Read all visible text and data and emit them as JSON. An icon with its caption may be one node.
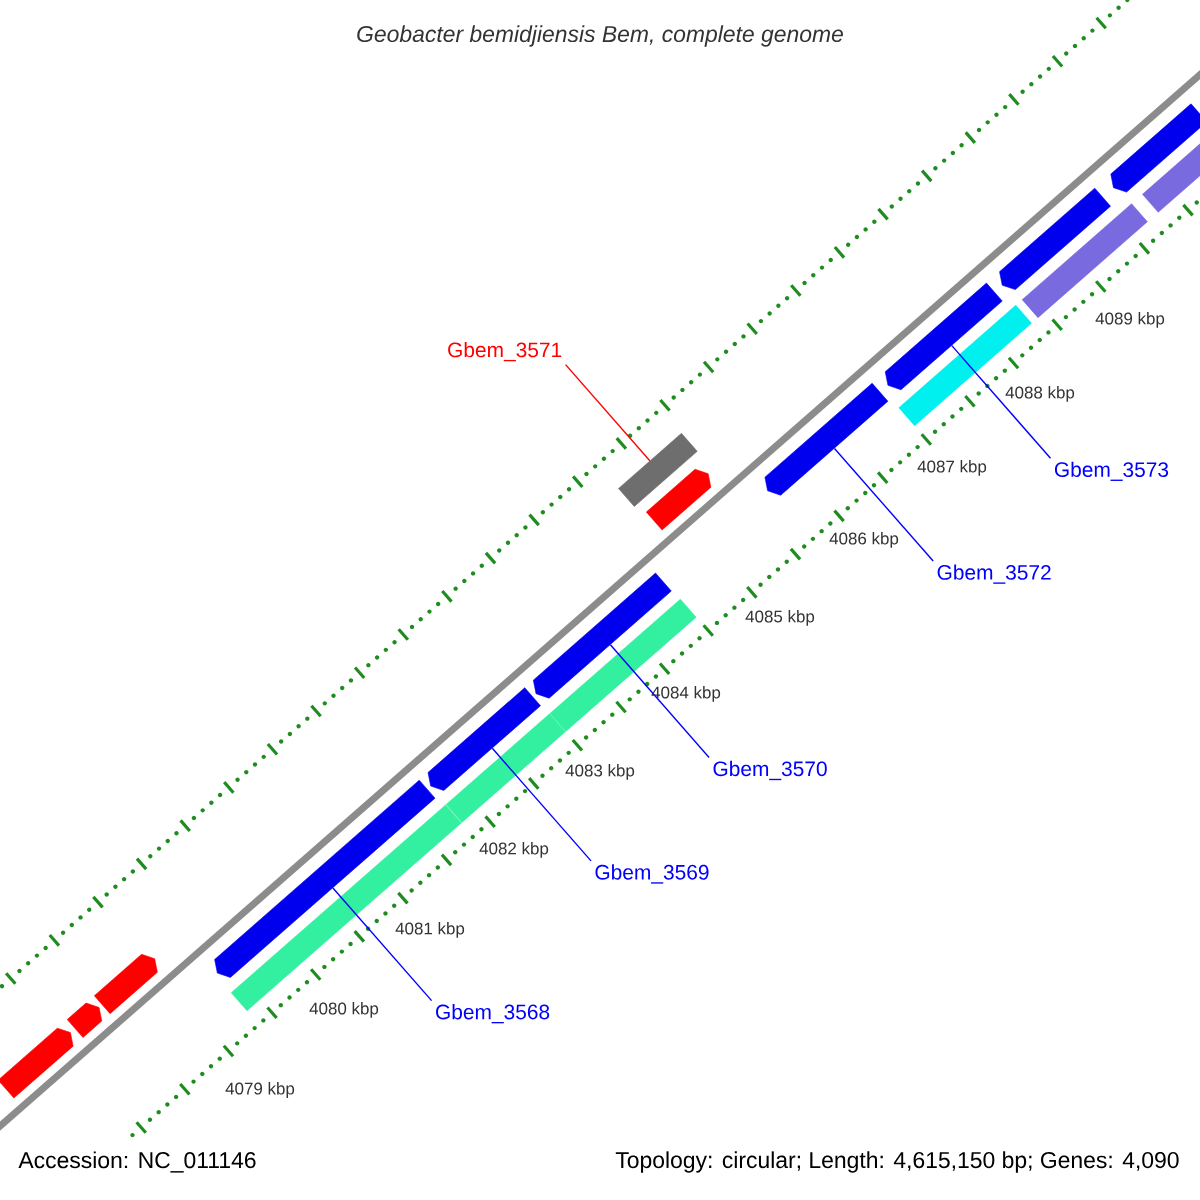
{
  "diagram": {
    "title": "*Geobacter bemidjiensis* Bem, complete genome",
    "nodes": [
      {
        "text": [
          "Gbem_3571"
        ]
      },
      {
        "text": [],
        "shape": "box"
      },
      {
        "text": [
          "Gbem_3573"
        ]
      },
      {
        "text": [],
        "shape": "arrow"
      },
      {
        "text": [
          "Gbem_3572"
        ]
      },
      {
        "text": [],
        "shape": "arrow"
      },
      {
        "text": [
          "Gbem_3570"
        ]
      },
      {
        "text": [],
        "shape": "arrow"
      },
      {
        "text": [
          "Gbem_3569"
        ]
      },
      {
        "text": [],
        "shape": "arrow"
      },
      {
        "text": [
          "Gbem_3568"
        ]
      },
      {
        "text": [],
        "shape": "arrow"
      },
      {
        "text": [],
        "shape": "arrow"
      },
      {
        "text": [],
        "shape": "arrow"
      },
      {
        "text": [],
        "shape": "arrow"
      },
      {
        "text": [],
        "shape": "box"
      },
      {
        "text": [],
        "shape": "box"
      },
      {
        "text": [],
        "shape": "box"
      },
      {
        "text": [],
        "shape": "box"
      },
      {
        "text": [],
        "shape": "box"
      },
      {
        "text": [],
        "shape": "box"
      },
      {
        "text": [],
        "shape": "arrow"
      },
      {
        "text": [],
        "shape": "arrow"
      },
      {
        "text": [],
        "shape": "arrow"
      }
    ],
    "edges": [
      {
        "from": 0,
        "to": 1,
        "arrow": "none",
        "color": "#ff0000"
      },
      {
        "from": 2,
        "to": 3,
        "arrow": "none"
      },
      {
        "from": 4,
        "to": 5,
        "arrow": "none"
      },
      {
        "from": 6,
        "to": 7,
        "arrow": "none"
      },
      {
        "from": 8,
        "to": 9,
        "arrow": "none"
      },
      {
        "from": 10,
        "to": 11,
        "arrow": "none"
      }
    ],
    "labels": [
      "4089 kbp",
      "4088 kbp",
      "4087 kbp",
      "4086 kbp",
      "4085 kbp",
      "4084 kbp",
      "4083 kbp",
      "4082 kbp",
      "4081 kbp",
      "4080 kbp",
      "4079 kbp",
      "Accession: NC_011146",
      "Topology: circular; Length: 4,615,150 bp; Genes: 4,090"
    ]
  }
}
